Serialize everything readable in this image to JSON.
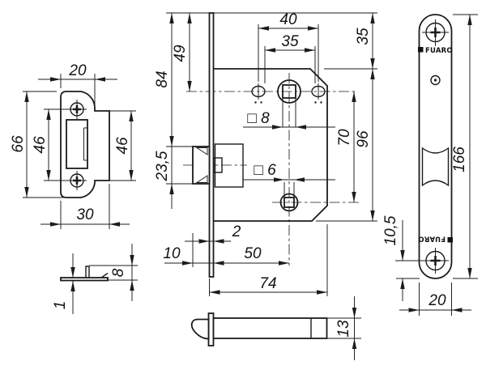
{
  "drawing": {
    "type": "technical-dimension-drawing",
    "subject": "mortise latch lock set with strike plate and faceplate",
    "background": "#ffffff",
    "line_color": "#1b1b1b"
  },
  "brand": {
    "name": "FUARO"
  },
  "dims": {
    "strike_front": {
      "top_width": "20",
      "height": "66",
      "hole_spacing": "46",
      "wing_height": "46",
      "bottom_width": "30"
    },
    "strike_side": {
      "thickness": "1",
      "tab_height": "8"
    },
    "body": {
      "hole_span": "40",
      "hole_span_inner": "35",
      "top_to_spindle": "49",
      "top_to_latch": "84",
      "latch_height": "23,5",
      "spindle_square": "□ 8",
      "wc_square": "□ 6",
      "plate_overhang": "35",
      "center_distance": "70",
      "case_height": "96",
      "plate_thickness": "2",
      "latch_projection": "10",
      "backset": "50",
      "case_depth": "74"
    },
    "body_top": {
      "case_thickness": "13"
    },
    "faceplate": {
      "length": "166",
      "screw_to_end": "10,5",
      "width": "20"
    }
  }
}
